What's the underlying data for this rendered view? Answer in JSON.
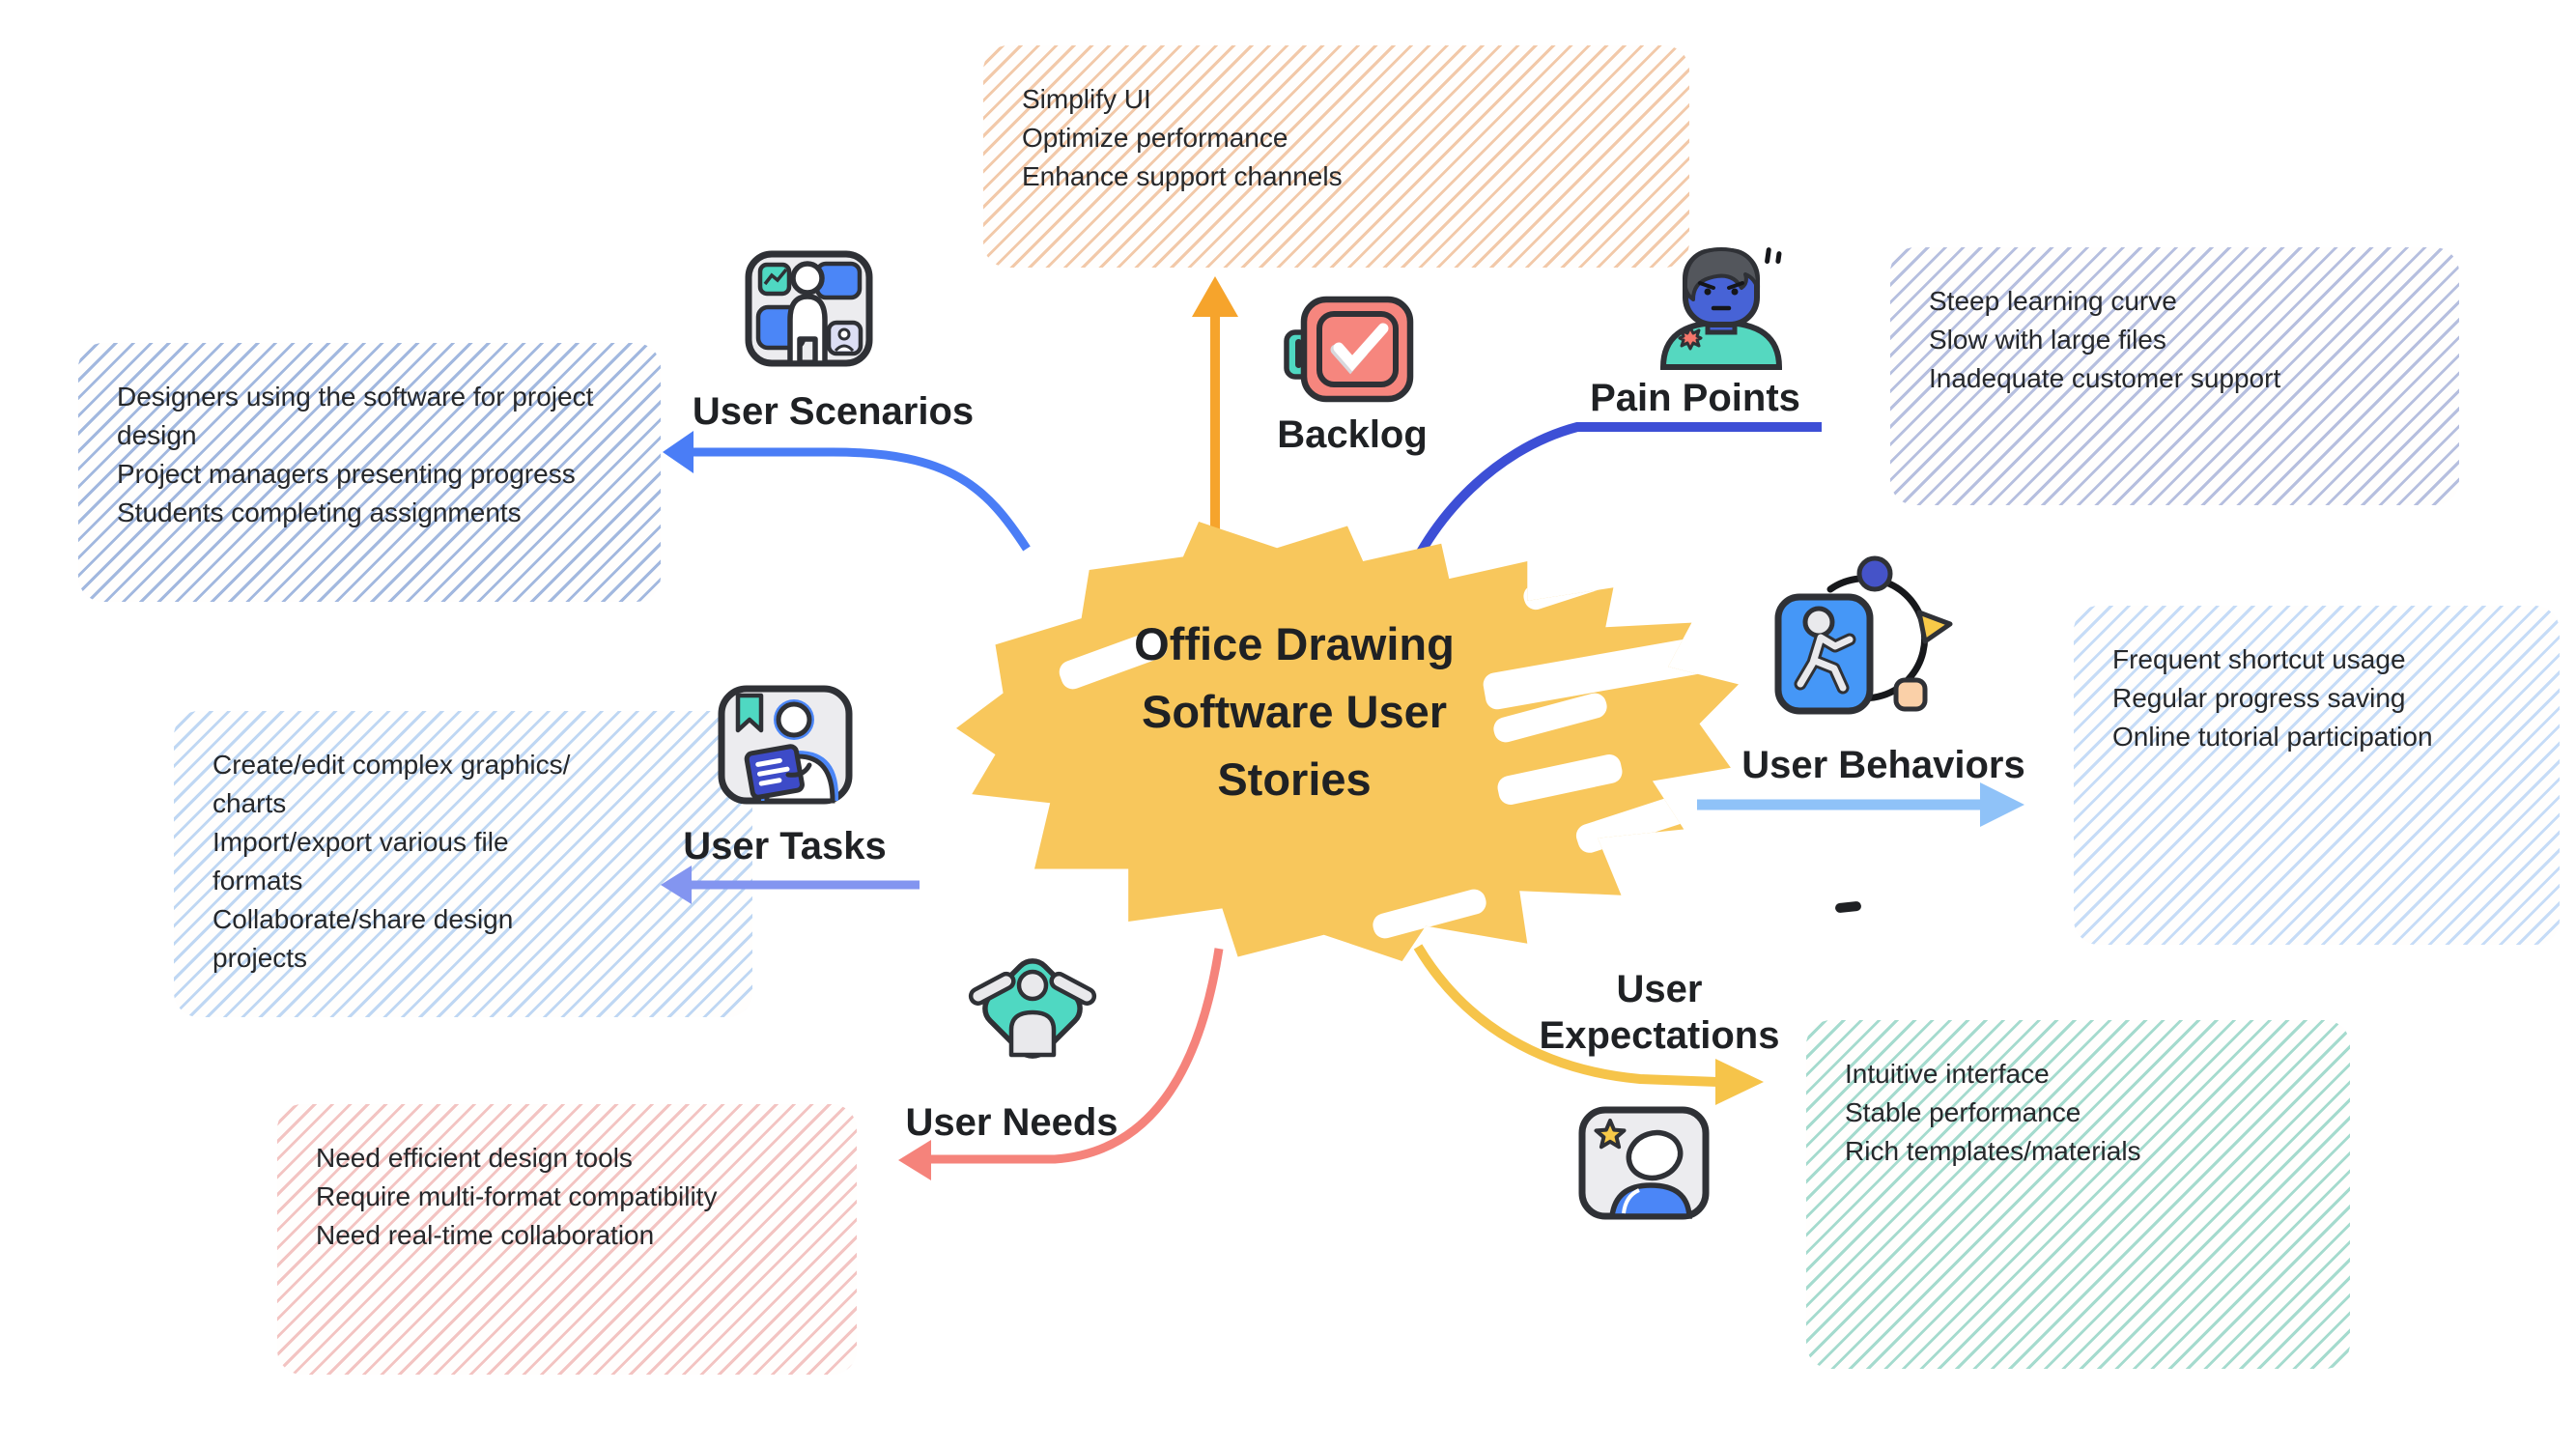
{
  "title": "Office Drawing Software User Stories",
  "center": {
    "fill_color": "#F8C75C",
    "text_color": "#1F2124"
  },
  "branches": {
    "user_scenarios": {
      "label": "User Scenarios",
      "arrow_color": "#4A7DF6",
      "icon": "dashboard-person-icon",
      "note_lines": [
        "Designers using the software for project",
        "design",
        "Project managers presenting progress",
        "Students completing assignments"
      ],
      "note_hatch_color": "#A2B8DF"
    },
    "user_tasks": {
      "label": "User Tasks",
      "arrow_color": "#8395F0",
      "icon": "person-reading-icon",
      "note_lines": [
        "Create/edit complex graphics/",
        "charts",
        "Import/export various file",
        "formats",
        "Collaborate/share design",
        "projects"
      ],
      "note_hatch_color": "#BFD7F3"
    },
    "user_needs": {
      "label": "User Needs",
      "arrow_color": "#F5837B",
      "icon": "person-open-arms-icon",
      "note_lines": [
        "Need efficient design tools",
        "Require multi-format compatibility",
        "Need real-time collaboration"
      ],
      "note_hatch_color": "#F3C4C2"
    },
    "backlog": {
      "label": "Backlog",
      "arrow_color": "#F6A42C",
      "icon": "clipboard-check-icon",
      "note_lines": [
        "Simplify UI",
        "Optimize performance",
        "Enhance support channels"
      ],
      "note_hatch_color": "#F2C9A9"
    },
    "pain_points": {
      "label": "Pain Points",
      "arrow_color": "#3D4FD6",
      "icon": "angry-user-avatar-icon",
      "note_lines": [
        "Steep learning curve",
        "Slow with large files",
        "Inadequate customer support"
      ],
      "note_hatch_color": "#B6BFDF"
    },
    "user_behaviors": {
      "label": "User Behaviors",
      "arrow_color": "#8FC2F8",
      "icon": "walking-person-cycle-icon",
      "note_lines": [
        "Frequent shortcut usage",
        "Regular progress saving",
        "Online tutorial participation"
      ],
      "note_hatch_color": "#C6DCF7"
    },
    "user_expectations": {
      "label": "User Expectations",
      "arrow_color": "#F6C44A",
      "icon": "person-star-icon",
      "note_lines": [
        "Intuitive interface",
        "Stable performance",
        "Rich templates/materials"
      ],
      "note_hatch_color": "#A5DBCE"
    }
  }
}
